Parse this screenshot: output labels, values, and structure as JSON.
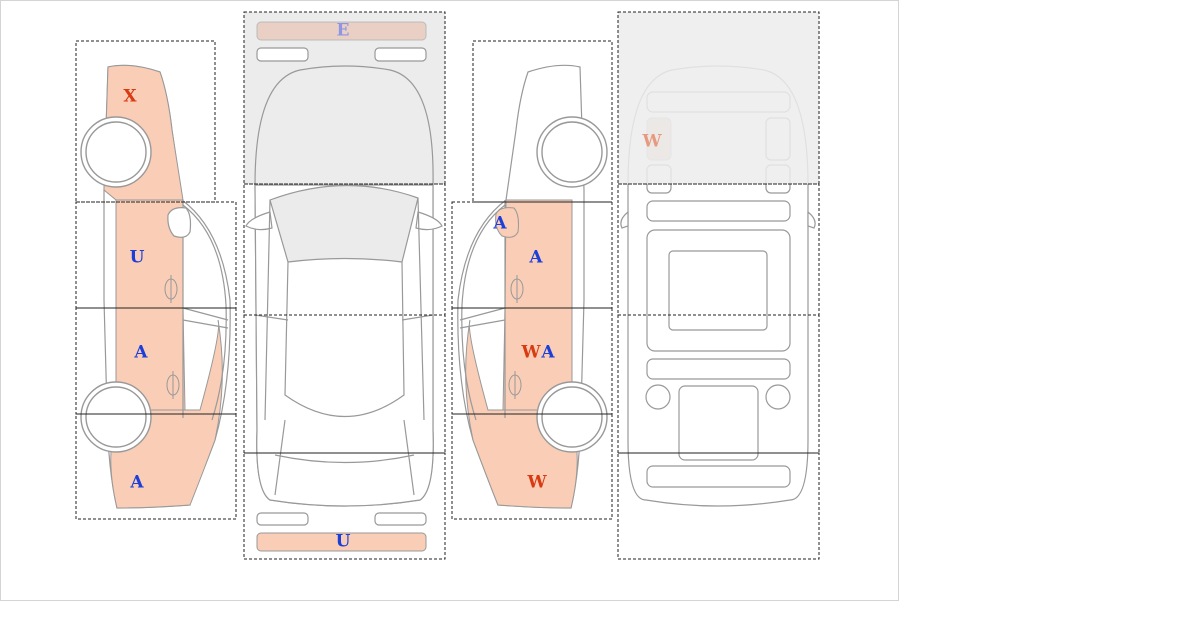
{
  "colors": {
    "damage_fill": "#f9cdb6",
    "code_red": "#d83a12",
    "code_blue": "#1b3fd8",
    "code_faint_blue": "#8e96e3",
    "code_faint_red": "#e79a80",
    "hidden_area": "#ececec"
  },
  "views": [
    {
      "name": "left-side-view",
      "codes": [
        {
          "id": "left-front-fender",
          "text": "X",
          "color": "red"
        },
        {
          "id": "left-front-door",
          "text": "U",
          "color": "blue"
        },
        {
          "id": "left-rear-door",
          "text": "A",
          "color": "blue"
        },
        {
          "id": "left-rear-quarter",
          "text": "A",
          "color": "blue"
        }
      ]
    },
    {
      "name": "top-view",
      "codes": [
        {
          "id": "front-bumper",
          "text": "E",
          "color": "faint-blue"
        },
        {
          "id": "rear-bumper",
          "text": "U",
          "color": "blue"
        }
      ]
    },
    {
      "name": "right-side-view",
      "codes": [
        {
          "id": "right-mirror",
          "text": "A",
          "color": "blue"
        },
        {
          "id": "right-front-door",
          "text": "A",
          "color": "blue"
        },
        {
          "id": "right-rear-door-w",
          "text": "W",
          "color": "red"
        },
        {
          "id": "right-rear-door-a",
          "text": "A",
          "color": "blue"
        },
        {
          "id": "right-rear-quarter",
          "text": "W",
          "color": "red"
        }
      ]
    },
    {
      "name": "underside-view",
      "codes": [
        {
          "id": "underside-front",
          "text": "W",
          "color": "faint-red"
        }
      ]
    }
  ]
}
